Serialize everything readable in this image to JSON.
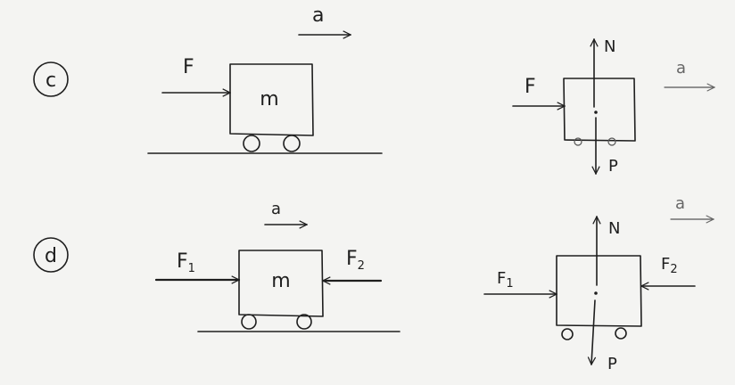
{
  "parts": {
    "c": {
      "label": "c",
      "sketch": {
        "force": "F",
        "mass": "m",
        "accel": "a"
      },
      "fbd": {
        "force": "F",
        "normal": "N",
        "weight": "P",
        "accel": "a"
      }
    },
    "d": {
      "label": "d",
      "sketch": {
        "force1": "F",
        "force1_sub": "1",
        "force2": "F",
        "force2_sub": "2",
        "mass": "m",
        "accel": "a"
      },
      "fbd": {
        "force1": "F",
        "force1_sub": "1",
        "force2": "F",
        "force2_sub": "2",
        "normal": "N",
        "weight": "P",
        "accel": "a"
      }
    }
  },
  "colors": {
    "ink": "#1e1e1e",
    "paper": "#f4f4f2",
    "faint": "#666666"
  }
}
